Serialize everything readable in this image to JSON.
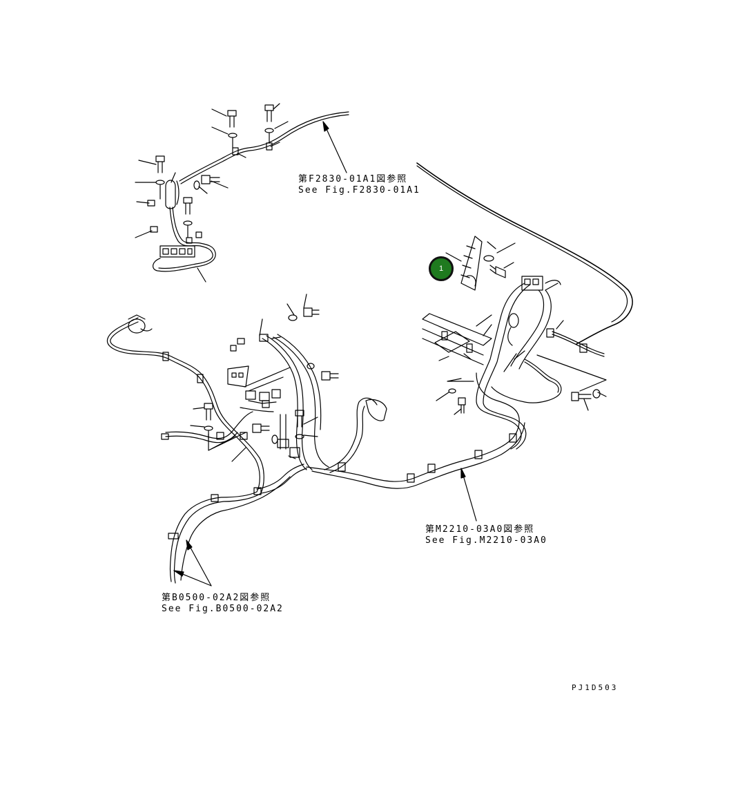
{
  "references": [
    {
      "id": "ref-f2830",
      "line1": "第F2830-01A1図参照",
      "line2": "See Fig.F2830-01A1"
    },
    {
      "id": "ref-m2210",
      "line1": "第M2210-03A0図参照",
      "line2": "See Fig.M2210-03A0"
    },
    {
      "id": "ref-b0500",
      "line1": "第B0500-02A2図参照",
      "line2": "See Fig.B0500-02A2"
    }
  ],
  "callouts": [
    {
      "label": "1",
      "fill": "#1f7a1f",
      "border": "#111111"
    }
  ],
  "drawing_code": "PJ1D503",
  "colors": {
    "line": "#000000",
    "background": "#ffffff"
  }
}
